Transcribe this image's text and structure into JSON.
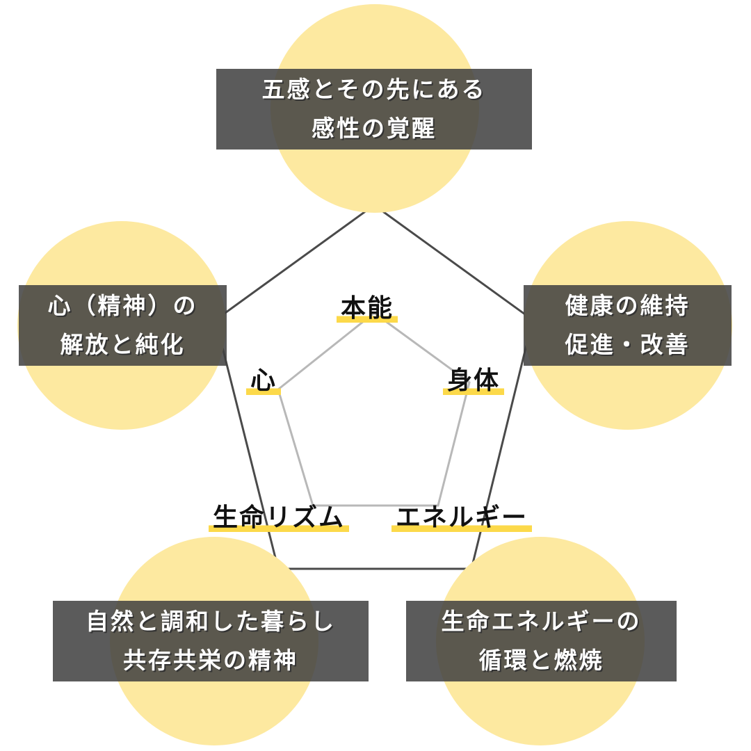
{
  "outer_nodes": {
    "top": {
      "line1": "五感とその先にある",
      "line2": "感性の覚醒"
    },
    "left": {
      "line1": "心（精神）の",
      "line2": "解放と純化"
    },
    "right": {
      "line1": "健康の維持",
      "line2": "促進・改善"
    },
    "bottom_left": {
      "line1": "自然と調和した暮らし",
      "line2": "共存共栄の精神"
    },
    "bottom_right": {
      "line1": "生命エネルギーの",
      "line2": "循環と燃焼"
    }
  },
  "inner_labels": {
    "top": "本能",
    "left": "心",
    "right": "身体",
    "bottom_left": "生命リズム",
    "bottom_right": "エネルギー"
  },
  "colors": {
    "circle": "#fde9a0",
    "box": "#404040",
    "highlight": "#fcd94a",
    "outer_line": "#4a4a4a",
    "inner_line": "#b8b8b8"
  }
}
